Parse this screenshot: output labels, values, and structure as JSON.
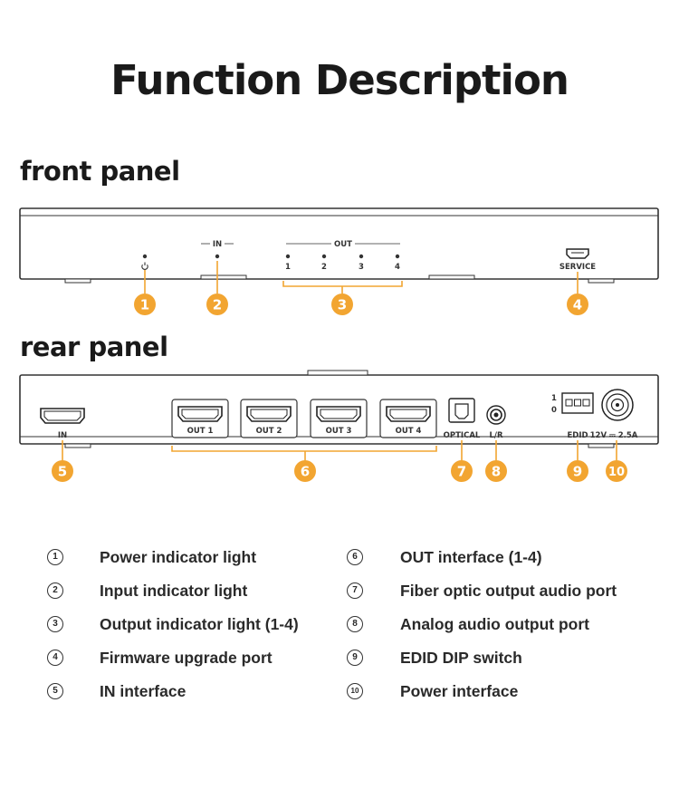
{
  "title": "Function Description",
  "front_panel": {
    "heading": "front panel",
    "labels": {
      "in": "IN",
      "out": "OUT",
      "out1": "1",
      "out2": "2",
      "out3": "3",
      "out4": "4",
      "service": "SERVICE"
    },
    "power_symbol": "power-icon"
  },
  "rear_panel": {
    "heading": "rear panel",
    "labels": {
      "in": "IN",
      "out1": "OUT 1",
      "out2": "OUT 2",
      "out3": "OUT 3",
      "out4": "OUT 4",
      "optical": "OPTICAL",
      "lr": "L/R",
      "edid": "EDID",
      "power": "12V ⎓ 2.5A",
      "dip_1": "1",
      "dip_0": "0"
    }
  },
  "badge_color": "#f2a531",
  "badges": {
    "b1": "1",
    "b2": "2",
    "b3": "3",
    "b4": "4",
    "b5": "5",
    "b6": "6",
    "b7": "7",
    "b8": "8",
    "b9": "9",
    "b10": "10"
  },
  "legend": [
    {
      "num": "1",
      "text": "Power indicator light"
    },
    {
      "num": "2",
      "text": "Input indicator light"
    },
    {
      "num": "3",
      "text": "Output indicator light (1-4)"
    },
    {
      "num": "4",
      "text": "Firmware upgrade port"
    },
    {
      "num": "5",
      "text": "IN interface"
    },
    {
      "num": "6",
      "text": "OUT interface (1-4)"
    },
    {
      "num": "7",
      "text": "Fiber optic output audio port"
    },
    {
      "num": "8",
      "text": "Analog audio output port"
    },
    {
      "num": "9",
      "text": "EDID DIP switch"
    },
    {
      "num": "10",
      "text": "Power interface"
    }
  ]
}
